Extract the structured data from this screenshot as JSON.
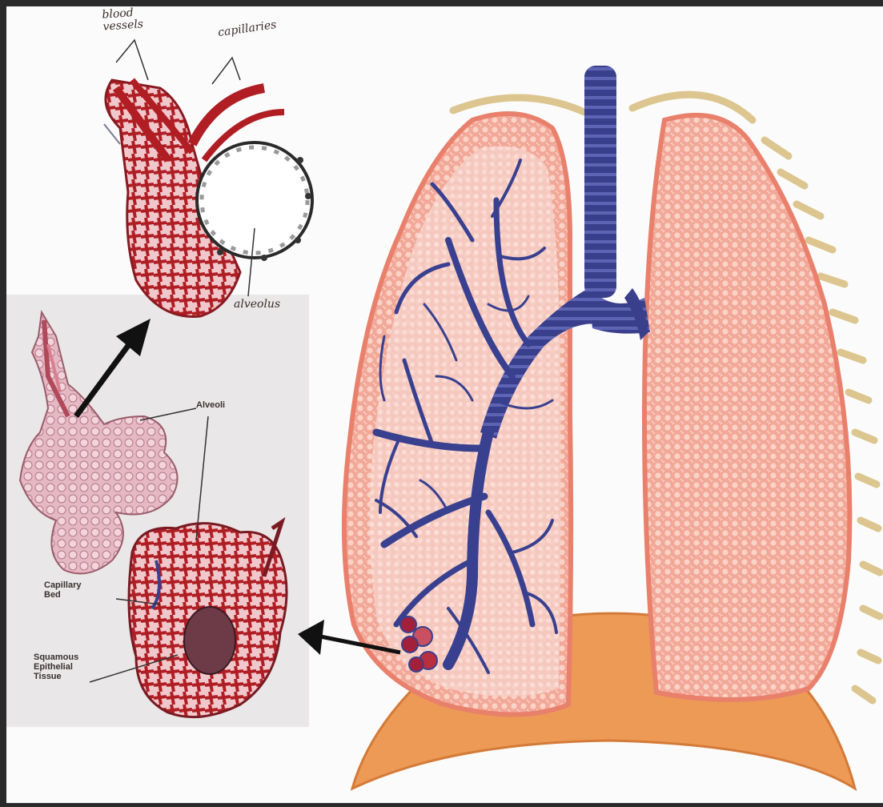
{
  "labels": {
    "blood_vessels": "blood\nvessels",
    "capillaries": "capillaries",
    "alveolus": "alveolus",
    "alveoli": "Alveoli",
    "capillary_bed": "Capillary\nBed",
    "squamous": "Squamous\nEpithelial\nTissue"
  },
  "colors": {
    "background": "#fbfbfb",
    "frame": "#2a2a2a",
    "lung_tissue": "#f1a796",
    "lung_edge": "#e8806c",
    "bronchi": "#39408f",
    "diaphragm": "#ec9a55",
    "ribs": "#dcc58e",
    "vessel_red": "#b01e24"
  }
}
